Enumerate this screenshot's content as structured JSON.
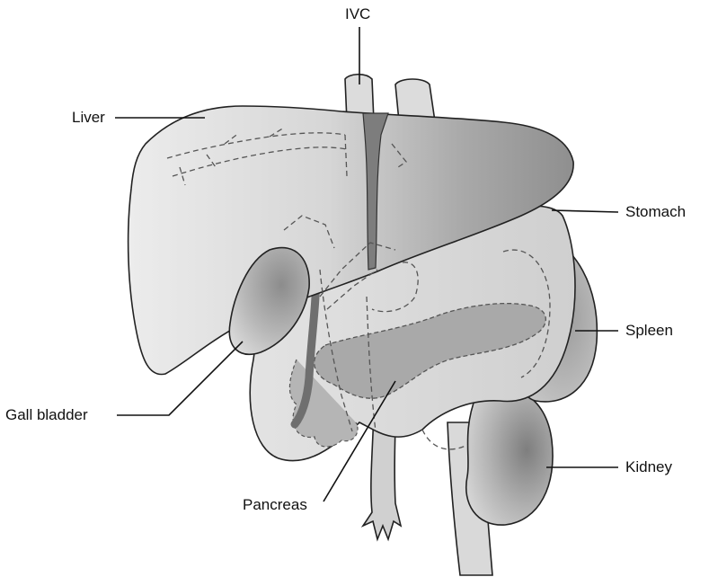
{
  "labels": {
    "ivc": "IVC",
    "liver": "Liver",
    "stomach": "Stomach",
    "spleen": "Spleen",
    "gall_bladder": "Gall bladder",
    "kidney": "Kidney",
    "pancreas": "Pancreas"
  },
  "colors": {
    "background": "#ffffff",
    "outline": "#222222",
    "organ_light": "#e6e6e6",
    "organ_mid": "#bdbdbd",
    "organ_dark": "#8a8a8a",
    "pancreas_fill": "#a8a8a8",
    "vessel_dark": "#6d6d6d"
  }
}
